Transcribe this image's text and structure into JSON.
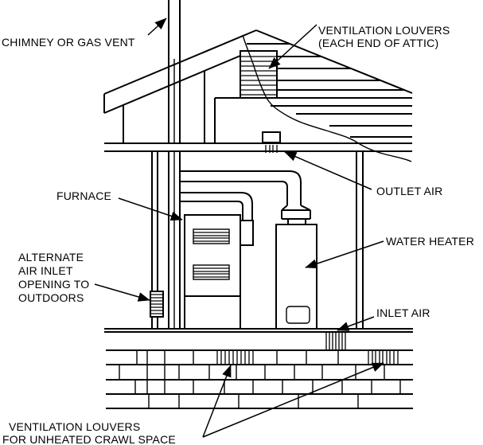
{
  "diagram": {
    "colors": {
      "line": "#000000",
      "background": "#ffffff"
    },
    "labels": {
      "chimney": "CHIMNEY OR GAS VENT",
      "attic_louvers_line1": "VENTILATION LOUVERS",
      "attic_louvers_line2": "(EACH END OF ATTIC)",
      "furnace": "FURNACE",
      "outlet_air": "OUTLET AIR",
      "water_heater": "WATER HEATER",
      "alt_inlet_line1": "ALTERNATE",
      "alt_inlet_line2": "AIR INLET",
      "alt_inlet_line3": "OPENING TO",
      "alt_inlet_line4": "OUTDOORS",
      "inlet_air": "INLET AIR",
      "crawl_louvers_line1": "VENTILATION LOUVERS",
      "crawl_louvers_line2": "FOR UNHEATED CRAWL SPACE"
    }
  }
}
